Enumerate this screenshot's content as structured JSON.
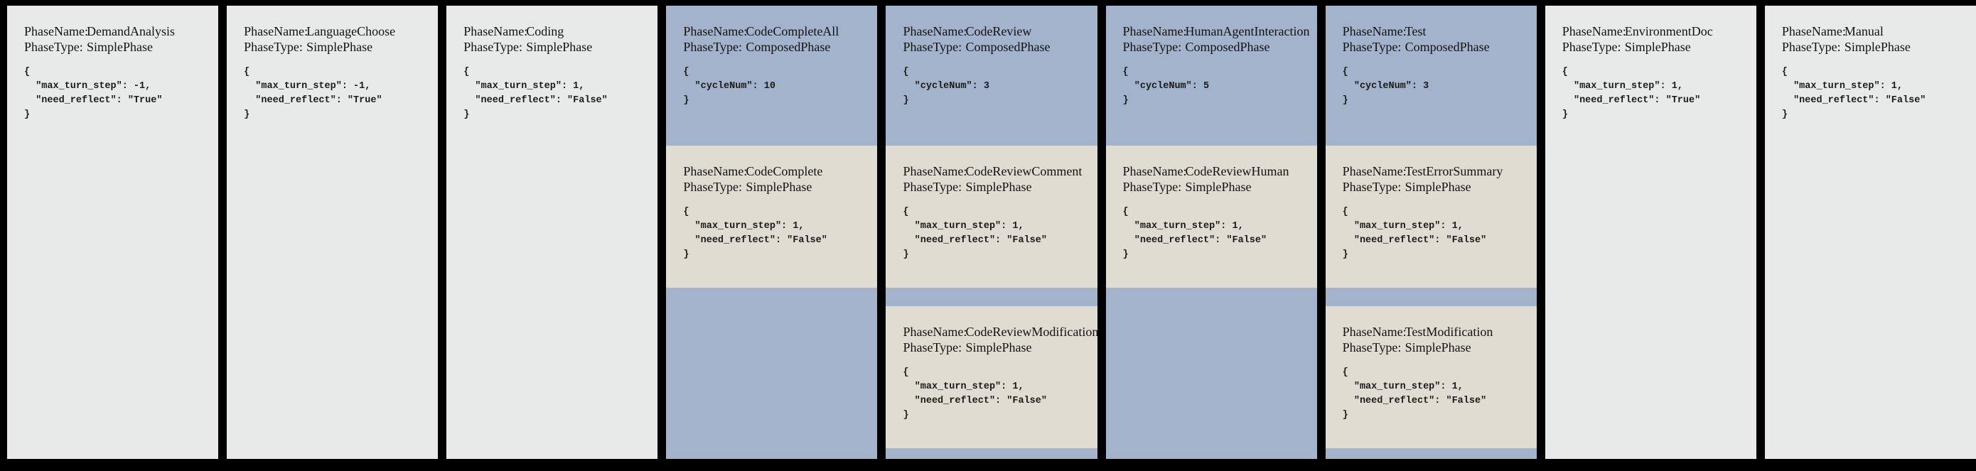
{
  "colors": {
    "background": "#000000",
    "simple_phase_bg": "#e8eaea",
    "composed_phase_bg": "#a2b3cb",
    "sub_phase_card_bg": "#e1dcd2",
    "text": "#111111"
  },
  "labels": {
    "phase_name": "PhaseName:",
    "phase_type": "PhaseType:"
  },
  "columns": [
    {
      "sections": [
        {
          "phase_name": "DemandAnalysis",
          "phase_type": "SimplePhase",
          "config_lines": [
            "{",
            "  \"max_turn_step\": -1,",
            "  \"need_reflect\": \"True\"",
            "}"
          ]
        }
      ]
    },
    {
      "sections": [
        {
          "phase_name": "LanguageChoose",
          "phase_type": "SimplePhase",
          "config_lines": [
            "{",
            "  \"max_turn_step\": -1,",
            "  \"need_reflect\": \"True\"",
            "}"
          ]
        }
      ]
    },
    {
      "sections": [
        {
          "phase_name": "Coding",
          "phase_type": "SimplePhase",
          "config_lines": [
            "{",
            "  \"max_turn_step\": 1,",
            "  \"need_reflect\": \"False\"",
            "}"
          ]
        }
      ]
    },
    {
      "sections": [
        {
          "phase_name": "CodeCompleteAll",
          "phase_type": "ComposedPhase",
          "config_lines": [
            "{",
            "  \"cycleNum\": 10",
            "}"
          ]
        },
        {
          "phase_name": "CodeComplete",
          "phase_type": "SimplePhase",
          "config_lines": [
            "{",
            "  \"max_turn_step\": 1,",
            "  \"need_reflect\": \"False\"",
            "}"
          ]
        }
      ]
    },
    {
      "sections": [
        {
          "phase_name": "CodeReview",
          "phase_type": "ComposedPhase",
          "config_lines": [
            "{",
            "  \"cycleNum\": 3",
            "}"
          ]
        },
        {
          "phase_name": "CodeReviewComment",
          "phase_type": "SimplePhase",
          "config_lines": [
            "{",
            "  \"max_turn_step\": 1,",
            "  \"need_reflect\": \"False\"",
            "}"
          ]
        },
        {
          "phase_name": "CodeReviewModification",
          "phase_type": "SimplePhase",
          "config_lines": [
            "{",
            "  \"max_turn_step\": 1,",
            "  \"need_reflect\": \"False\"",
            "}"
          ]
        }
      ]
    },
    {
      "sections": [
        {
          "phase_name": "HumanAgentInteraction",
          "phase_type": "ComposedPhase",
          "config_lines": [
            "{",
            "  \"cycleNum\": 5",
            "}"
          ]
        },
        {
          "phase_name": "CodeReviewHuman",
          "phase_type": "SimplePhase",
          "config_lines": [
            "{",
            "  \"max_turn_step\": 1,",
            "  \"need_reflect\": \"False\"",
            "}"
          ]
        }
      ]
    },
    {
      "sections": [
        {
          "phase_name": "Test",
          "phase_type": "ComposedPhase",
          "config_lines": [
            "{",
            "  \"cycleNum\": 3",
            "}"
          ]
        },
        {
          "phase_name": "TestErrorSummary",
          "phase_type": "SimplePhase",
          "config_lines": [
            "{",
            "  \"max_turn_step\": 1,",
            "  \"need_reflect\": \"False\"",
            "}"
          ]
        },
        {
          "phase_name": "TestModification",
          "phase_type": "SimplePhase",
          "config_lines": [
            "{",
            "  \"max_turn_step\": 1,",
            "  \"need_reflect\": \"False\"",
            "}"
          ]
        }
      ]
    },
    {
      "sections": [
        {
          "phase_name": "EnvironmentDoc",
          "phase_type": "SimplePhase",
          "config_lines": [
            "{",
            "  \"max_turn_step\": 1,",
            "  \"need_reflect\": \"True\"",
            "}"
          ]
        }
      ]
    },
    {
      "sections": [
        {
          "phase_name": "Manual",
          "phase_type": "SimplePhase",
          "config_lines": [
            "{",
            "  \"max_turn_step\": 1,",
            "  \"need_reflect\": \"False\"",
            "}"
          ]
        }
      ]
    }
  ]
}
